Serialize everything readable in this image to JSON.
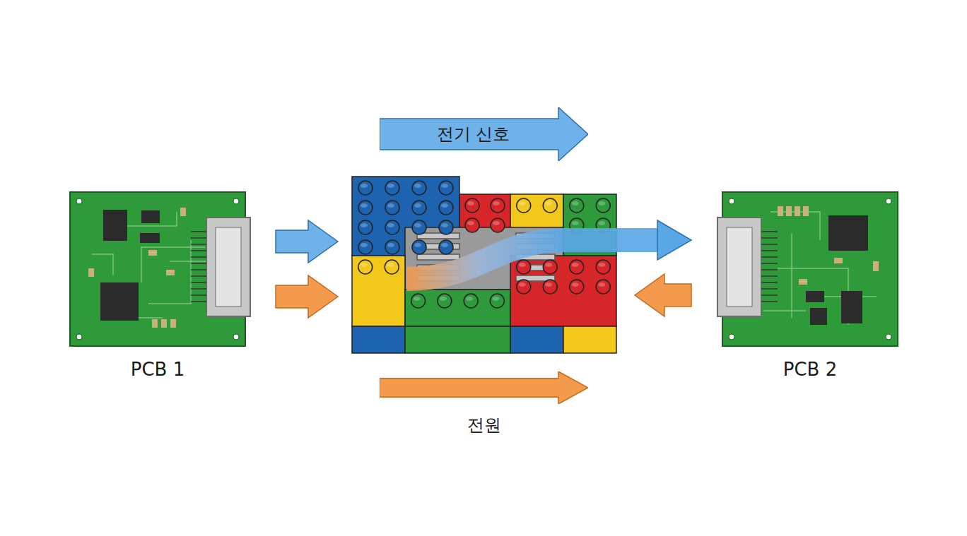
{
  "diagram": {
    "nodes": [
      {
        "text": [
          "PCB 1"
        ]
      },
      {
        "text": [
          "전기 신호"
        ]
      },
      {
        "text": [
          "전원"
        ]
      },
      {
        "text": [
          "PCB 2"
        ]
      }
    ]
  }
}
